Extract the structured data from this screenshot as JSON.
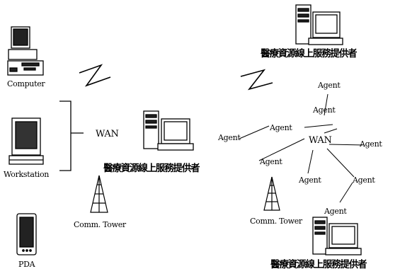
{
  "devices": {
    "computer": "Computer",
    "workstation": "Workstation",
    "pda": "PDA",
    "comm_tower_left": "Comm. Tower",
    "comm_tower_right": "Comm. Tower"
  },
  "networks": {
    "wan_left": "WAN",
    "wan_right": "WAN"
  },
  "providers": {
    "top": "醫療資源線上服務提供者",
    "center": "醫療資源線上服務提供者",
    "bottom": "醫療資源線上服務提供者"
  },
  "agents": [
    "Agent",
    "Agent",
    "Agent",
    "Agent",
    "Agent",
    "Agent",
    "Agent",
    "Agent",
    "Agent"
  ]
}
